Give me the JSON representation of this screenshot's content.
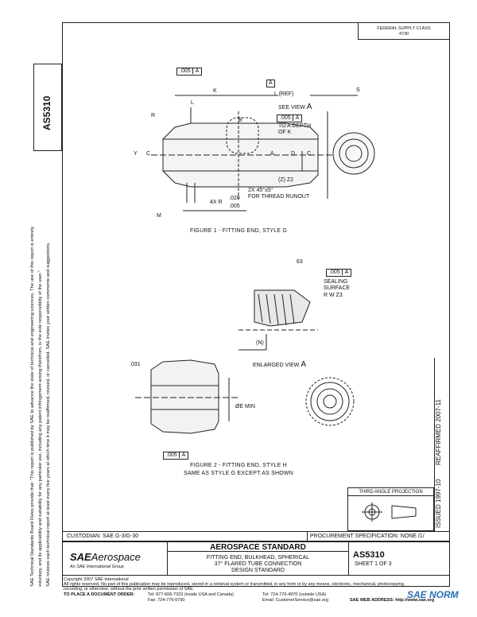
{
  "doc_number": "AS5310",
  "header_box": {
    "line1": "FEDERAL SUPPLY CLASS",
    "line2": "4730"
  },
  "side_note": {
    "line1": "SAE Technical Standards Board Rules provide that: \"This report is published by SAE to advance the state of technical and engineering sciences. The use of this report is entirely",
    "line2": "voluntary, and its applicability and suitability for any particular use, including any patent infringement arising therefrom, is the sole responsibility of the user.\"",
    "line3": "SAE reviews each technical report at least every five years at which time it may be reaffirmed, revised, or cancelled. SAE invites your written comments and suggestions."
  },
  "right_side": {
    "reaffirmed": "REAFFIRMED 2007-11",
    "issued": "ISSUED 1997-10"
  },
  "figure1": {
    "caption": "FIGURE 1 - FITTING END, STYLE G",
    "labels": {
      "tol_005": ".005",
      "datum_a": "A",
      "l_ref": "L (REF)",
      "k": "K",
      "l": "L",
      "r": "R",
      "b": "B",
      "see_view": "SEE VIEW",
      "view_a": "A",
      "to_a_depth": "TO A DEPTH",
      "of_k": "OF K",
      "y": "Y",
      "c": "C",
      "dia_a": "A",
      "dia_d": "D",
      "dia_c": "C",
      "dia_s": "S",
      "z": "(Z) Z2",
      "chamfer": "2X 45°±5°",
      "thread_runout": "FOR THREAD RUNOUT",
      "r4x": "4X R",
      "r020": ".020",
      "r005": ".005",
      "m": "M"
    }
  },
  "figure2": {
    "caption": "FIGURE 2 - FITTING END, STYLE H",
    "subcaption": "SAME AS STYLE G EXCEPT AS SHOWN",
    "labels": {
      "angle63": "63",
      "tol_005": ".005",
      "datum_a": "A",
      "sealing": "SEALING",
      "surface": "SURFACE",
      "rw": "R W Z3",
      "n": "(N)",
      "enlarged": "ENLARGED VIEW",
      "view_a": "A",
      "d031": ".031",
      "e_min": "ØE MIN",
      "tol2": ".005",
      "datum2": "A"
    }
  },
  "projection_label": "THIRD ANGLE PROJECTION",
  "custodian": "CUSTODIAN:  SAE G-3/G-30",
  "procurement": "PROCUREMENT SPECIFICATION:  NONE /1/",
  "logo": {
    "brand": "SAE",
    "word": "Aerospace",
    "tagline": "An SAE International Group"
  },
  "standard_title": "AEROSPACE STANDARD",
  "desc_line1": "FITTING END, BULKHEAD, SPHERICAL",
  "desc_line2": "37° FLARED TUBE CONNECTION",
  "desc_line3": "DESIGN STANDARD",
  "sheet": "SHEET 1 OF 3",
  "footer": {
    "copyright": "Copyright 2007 SAE International",
    "rights": "All rights reserved. No part of this publication may be reproduced, stored in a retrieval system or transmitted, in any form or by any means, electronic, mechanical, photocopying,",
    "rights2": "recording, or otherwise, without the prior written permission of SAE.",
    "order_label": "TO PLACE A DOCUMENT ORDER:",
    "tel1": "Tel: 877-606-7323 (inside USA and Canada)",
    "tel2": "Tel: 724-776-4970 (outside USA)",
    "fax": "Fax: 724-776-0790",
    "email": "Email: CustomerService@sae.org",
    "web": "SAE WEB ADDRESS: http://www.sae.org"
  },
  "watermark": "SAE NORM"
}
